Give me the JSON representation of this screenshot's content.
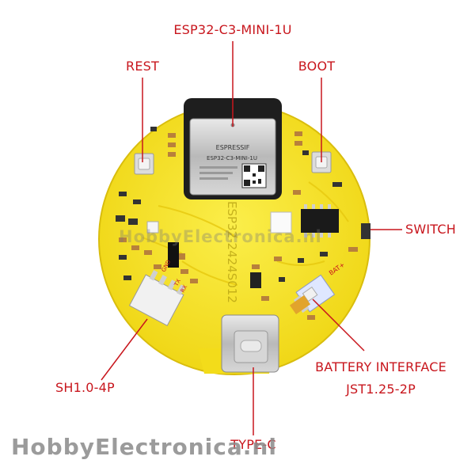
{
  "labels": {
    "module": "ESP32-C3-MINI-1U",
    "rest": "REST",
    "boot": "BOOT",
    "switch": "SWITCH",
    "sh_connector": "SH1.0-4P",
    "battery_line1": "BATTERY INTERFACE",
    "battery_line2": "JST1.25-2P",
    "typec": "TYPE-C"
  },
  "board_text": {
    "chip_brand": "ESPRESSIF",
    "chip_model": "ESP32-C3-MINI-1U",
    "vertical_silk": "ESP32-2424S012",
    "bat": "BAT+",
    "gnd": "GND",
    "tx": "TX",
    "rx": "RX"
  },
  "watermark": "HobbyElectronica.nl",
  "watermark_mid": "HobbyElectronica.nl",
  "colors": {
    "callout": "#c8161d",
    "board": "#f6e21f",
    "watermark": "#8a8a8a"
  }
}
